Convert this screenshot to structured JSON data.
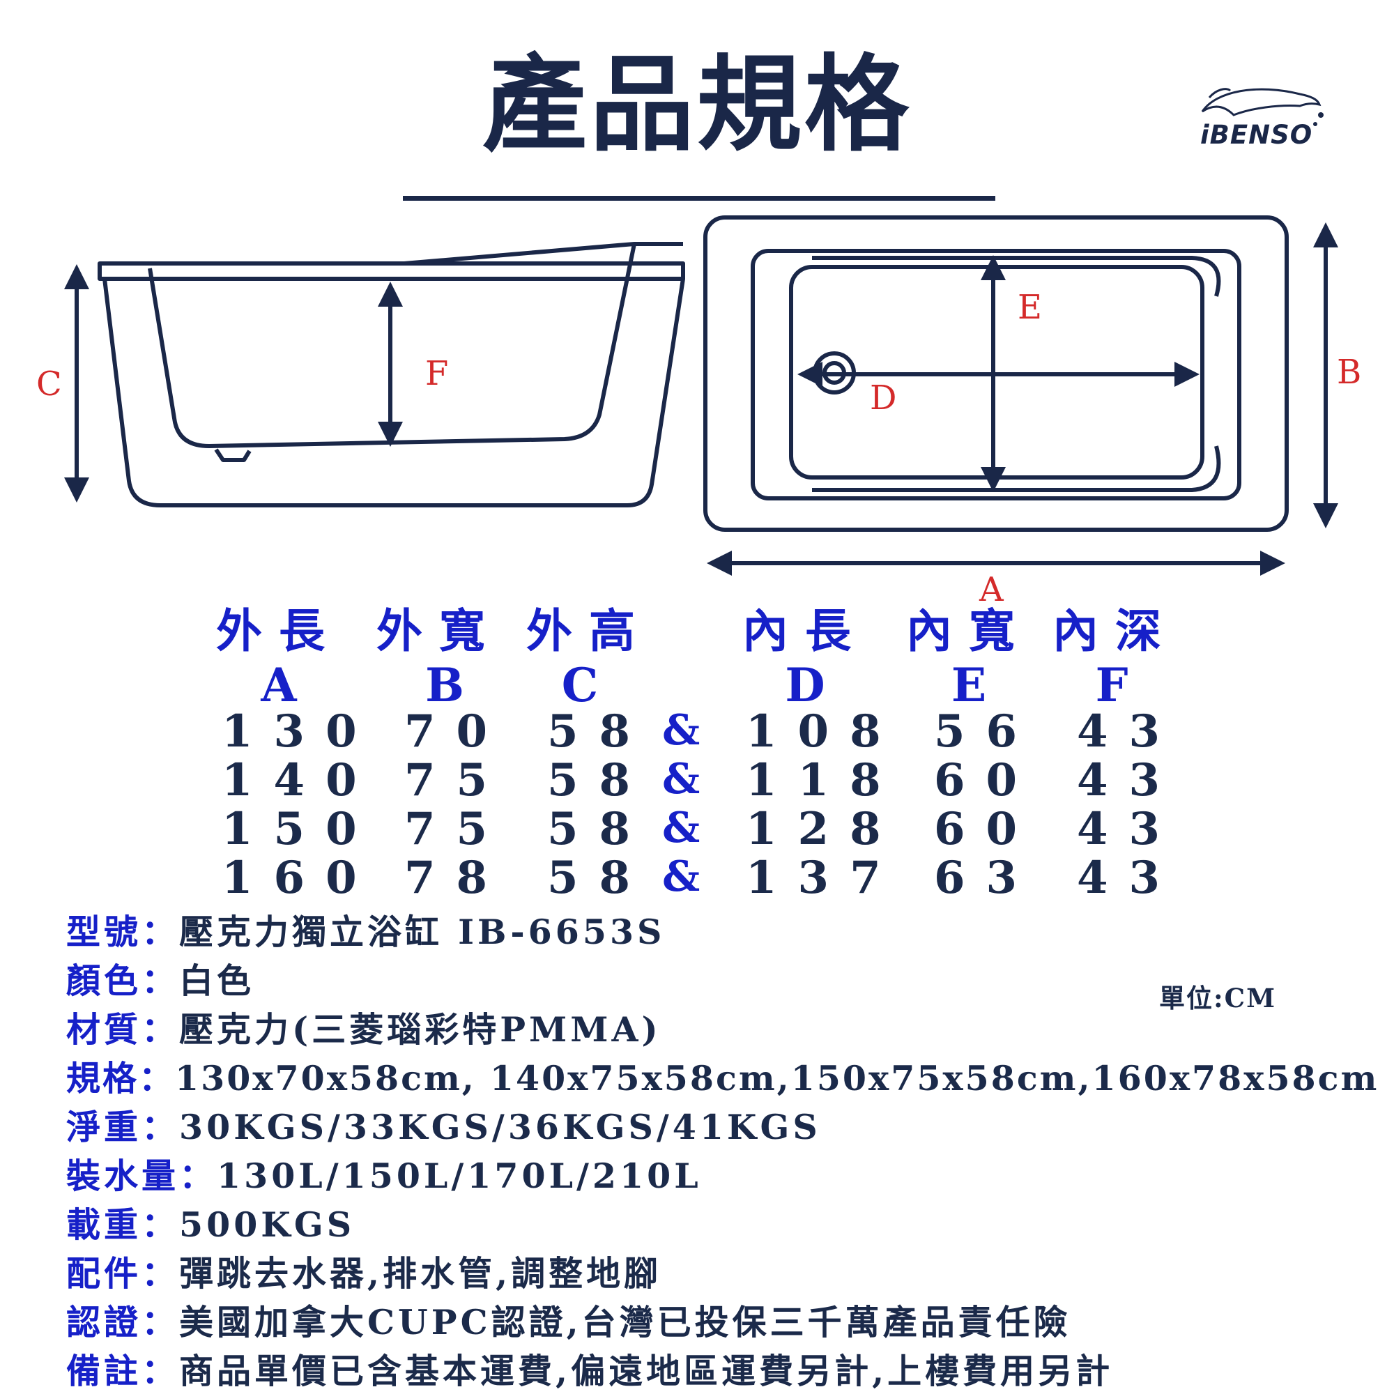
{
  "title": "產品規格",
  "brand": "iBENSO",
  "diagram_labels": {
    "a": "A",
    "b": "B",
    "c": "C",
    "d": "D",
    "e": "E",
    "f": "F"
  },
  "table": {
    "headers": [
      "外長",
      "外寬",
      "外高",
      "內長",
      "內寬",
      "內深"
    ],
    "letters": [
      "A",
      "B",
      "C",
      "D",
      "E",
      "F"
    ],
    "separator": "&",
    "rows": [
      [
        "130",
        "70",
        "58",
        "108",
        "56",
        "43"
      ],
      [
        "140",
        "75",
        "58",
        "118",
        "60",
        "43"
      ],
      [
        "150",
        "75",
        "58",
        "128",
        "60",
        "43"
      ],
      [
        "160",
        "78",
        "58",
        "137",
        "63",
        "43"
      ]
    ]
  },
  "unit": "單位:CM",
  "specs": [
    {
      "key": "型號：",
      "value": "壓克力獨立浴缸 IB-6653S"
    },
    {
      "key": "顏色：",
      "value": "白色"
    },
    {
      "key": "材質：",
      "value": "壓克力(三菱瑙彩特PMMA)"
    },
    {
      "key": "規格：",
      "value": "130x70x58cm, 140x75x58cm,150x75x58cm,160x78x58cm"
    },
    {
      "key": "淨重：",
      "value": "30KGS/33KGS/36KGS/41KGS"
    },
    {
      "key": "裝水量：",
      "value": "130L/150L/170L/210L"
    },
    {
      "key": "載重：",
      "value": "500KGS"
    },
    {
      "key": "配件：",
      "value": "彈跳去水器,排水管,調整地腳"
    },
    {
      "key": "認證：",
      "value": "美國加拿大CUPC認證,台灣已投保三千萬產品責任險"
    },
    {
      "key": "備註：",
      "value": "商品單價已含基本運費,偏遠地區運費另計,上樓費用另計"
    }
  ],
  "colors": {
    "navy": "#1a2748",
    "blue": "#1620c8",
    "red": "#d42a2a"
  }
}
